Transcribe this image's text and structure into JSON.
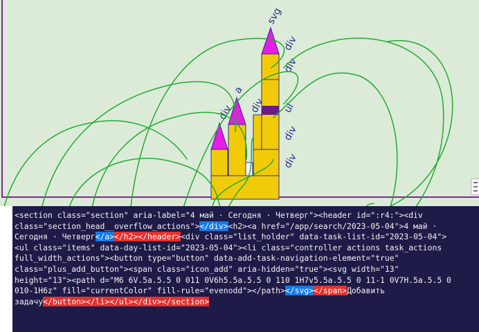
{
  "tree_labels": {
    "svg": "svg",
    "a": "a",
    "div_top1": "div",
    "div_top2": "div",
    "div_left": "div",
    "div_mid": "div",
    "ul": "ul",
    "div_lower1": "div",
    "div_lower2": "div"
  },
  "code_lines": [
    [
      {
        "text": "<section class=\"section\" aria-label=\"4 май · Сегодня · Четверг\"><header id=\":r4:\"><div",
        "hl": ""
      }
    ],
    [
      {
        "text": "class=\"section_head__overflow_actions\">",
        "hl": ""
      },
      {
        "text": "</div>",
        "hl": "blue"
      },
      {
        "text": "<h2><a href=\"/app/search/2023-05-04\">4 май ·",
        "hl": ""
      }
    ],
    [
      {
        "text": "Сегодня · Четверг",
        "hl": ""
      },
      {
        "text": "</a>",
        "hl": "blue"
      },
      {
        "text": "</h2>",
        "hl": "red"
      },
      {
        "text": "</header>",
        "hl": "red"
      },
      {
        "text": "<div class=\"list_holder\" data-task-list-id=\"2023-05-04\">",
        "hl": ""
      }
    ],
    [
      {
        "text": "<ul class=\"items\" data-day-list-id=\"2023-05-04\"><li class=\"controller actions task_actions",
        "hl": ""
      }
    ],
    [
      {
        "text": "full_width_actions\"><button type=\"button\" data-add-task-navigation-element=\"true\"",
        "hl": ""
      }
    ],
    [
      {
        "text": "class=\"plus_add_button\"><span class=\"icon_add\" aria-hidden=\"true\"><svg width=\"13\"",
        "hl": ""
      }
    ],
    [
      {
        "text": "height=\"13\"><path d=\"M6 6V.5a.5.5 0 011 0V6h5.5a.5.5 0 110 1H7v5.5a.5.5 0 11-1 0V7H.5a.5.5 0",
        "hl": ""
      }
    ],
    [
      {
        "text": "010-1H6z\" fill=\"currentColor\" fill-rule=\"evenodd\"></path>",
        "hl": ""
      },
      {
        "text": "</svg>",
        "hl": "blue"
      },
      {
        "text": "</span>",
        "hl": "red"
      },
      {
        "text": "Добавить",
        "hl": ""
      }
    ],
    [
      {
        "text": "задачу",
        "hl": ""
      },
      {
        "text": "</button>",
        "hl": "red"
      },
      {
        "text": "</li>",
        "hl": "red"
      },
      {
        "text": "</ul>",
        "hl": "red"
      },
      {
        "text": "</div>",
        "hl": "red"
      },
      {
        "text": "</section>",
        "hl": "red"
      }
    ]
  ],
  "colors": {
    "viz_bg": "#dcebd8",
    "code_bg": "#1e1b48",
    "block_fill": "#f2cb08",
    "block_stroke": "#2b2b9a",
    "tip_fill": "#e41ee4",
    "arrow": "#22aa33",
    "highlight_blue": "#1679e8",
    "highlight_red": "#e5302c"
  }
}
